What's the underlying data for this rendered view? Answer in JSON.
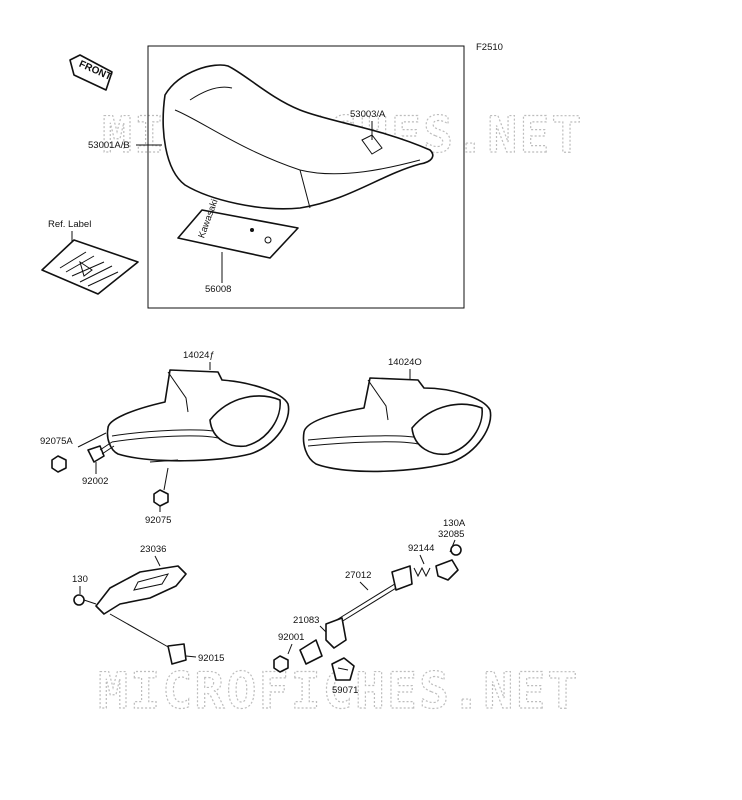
{
  "figure_code": "F2510",
  "front_arrow_label": "FRONT",
  "watermark": "MICROFICHES.NET",
  "seat_logo_text": "Kawasaki",
  "parts": {
    "seat": "53001A/B",
    "seat_strap": "53003/A",
    "ref_label": "Ref. Label",
    "label_sheet": "56008",
    "cover_left": "14024ƒ",
    "cover_right": "14024O",
    "nut_1": "92075A",
    "bolt_1": "92002",
    "nut_2": "92075",
    "bracket": "23036",
    "bolt_2": "130",
    "clip": "92015",
    "cable": "27012",
    "spring_1": "32085",
    "bolt_3": "130A",
    "spring_2": "92144",
    "latch": "21083",
    "bolt_4": "92001",
    "lock": "59071"
  }
}
